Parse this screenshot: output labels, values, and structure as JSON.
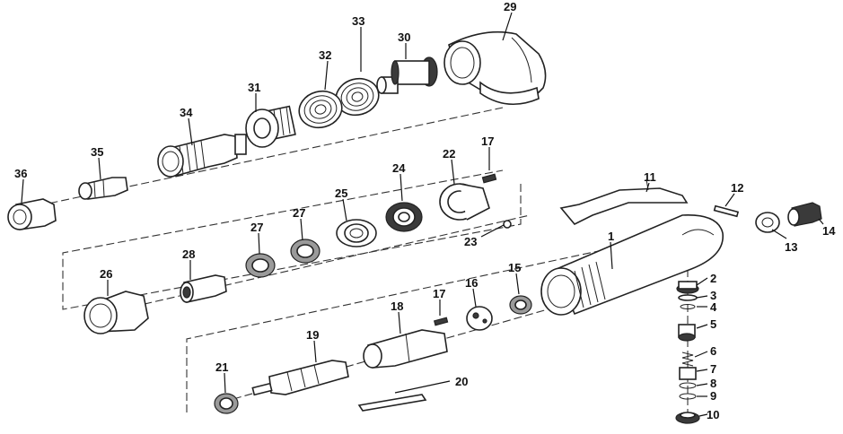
{
  "diagram": {
    "labels": [
      {
        "id": "1",
        "text": "1"
      },
      {
        "id": "2",
        "text": "2"
      },
      {
        "id": "3",
        "text": "3"
      },
      {
        "id": "4",
        "text": "4"
      },
      {
        "id": "5",
        "text": "5"
      },
      {
        "id": "6",
        "text": "6"
      },
      {
        "id": "7",
        "text": "7"
      },
      {
        "id": "8",
        "text": "8"
      },
      {
        "id": "9",
        "text": "9"
      },
      {
        "id": "10",
        "text": "10"
      },
      {
        "id": "11",
        "text": "11"
      },
      {
        "id": "12",
        "text": "12"
      },
      {
        "id": "13",
        "text": "13"
      },
      {
        "id": "14",
        "text": "14"
      },
      {
        "id": "15",
        "text": "15"
      },
      {
        "id": "16",
        "text": "16"
      },
      {
        "id": "17a",
        "text": "17"
      },
      {
        "id": "17b",
        "text": "17"
      },
      {
        "id": "18",
        "text": "18"
      },
      {
        "id": "19",
        "text": "19"
      },
      {
        "id": "20",
        "text": "20"
      },
      {
        "id": "21",
        "text": "21"
      },
      {
        "id": "22",
        "text": "22"
      },
      {
        "id": "23",
        "text": "23"
      },
      {
        "id": "24",
        "text": "24"
      },
      {
        "id": "25",
        "text": "25"
      },
      {
        "id": "26",
        "text": "26"
      },
      {
        "id": "27a",
        "text": "27"
      },
      {
        "id": "27b",
        "text": "27"
      },
      {
        "id": "28",
        "text": "28"
      },
      {
        "id": "29",
        "text": "29"
      },
      {
        "id": "30",
        "text": "30"
      },
      {
        "id": "31",
        "text": "31"
      },
      {
        "id": "32",
        "text": "32"
      },
      {
        "id": "33",
        "text": "33"
      },
      {
        "id": "34",
        "text": "34"
      },
      {
        "id": "35",
        "text": "35"
      },
      {
        "id": "36",
        "text": "36"
      }
    ]
  }
}
